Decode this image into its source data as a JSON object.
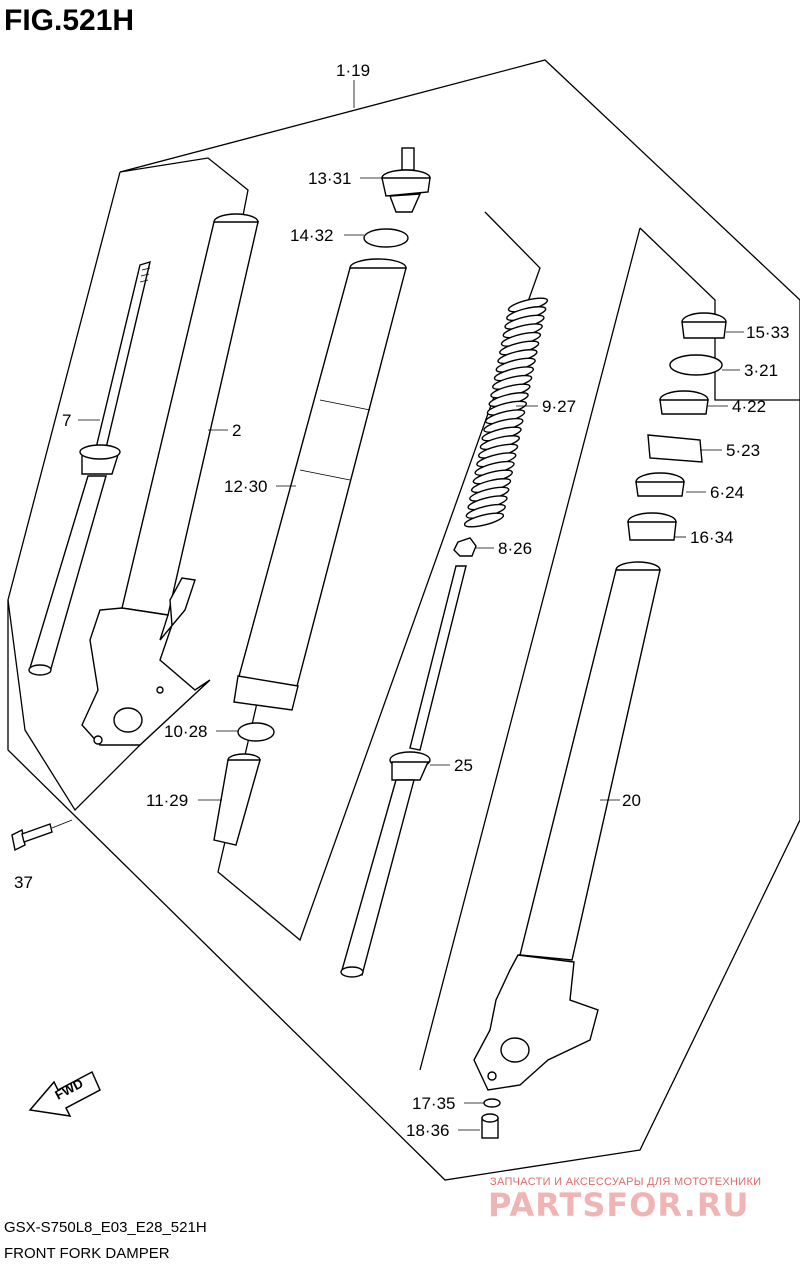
{
  "figure": {
    "title": "FIG.521H",
    "model_code": "GSX-S750L8_E03_E28_521H",
    "caption": "FRONT FORK DAMPER"
  },
  "callouts": [
    {
      "id": "1-19",
      "text": "1·19"
    },
    {
      "id": "2",
      "text": "2"
    },
    {
      "id": "7",
      "text": "7"
    },
    {
      "id": "13-31",
      "text": "13·31"
    },
    {
      "id": "14-32",
      "text": "14·32"
    },
    {
      "id": "12-30",
      "text": "12·30"
    },
    {
      "id": "10-28",
      "text": "10·28"
    },
    {
      "id": "11-29",
      "text": "11·29"
    },
    {
      "id": "37",
      "text": "37"
    },
    {
      "id": "9-27",
      "text": "9·27"
    },
    {
      "id": "8-26",
      "text": "8·26"
    },
    {
      "id": "25",
      "text": "25"
    },
    {
      "id": "15-33",
      "text": "15·33"
    },
    {
      "id": "3-21",
      "text": "3·21"
    },
    {
      "id": "4-22",
      "text": "4·22"
    },
    {
      "id": "5-23",
      "text": "5·23"
    },
    {
      "id": "6-24",
      "text": "6·24"
    },
    {
      "id": "16-34",
      "text": "16·34"
    },
    {
      "id": "20",
      "text": "20"
    },
    {
      "id": "17-35",
      "text": "17·35"
    },
    {
      "id": "18-36",
      "text": "18·36"
    }
  ],
  "direction_badge": "FWD",
  "watermark": {
    "tagline": "ЗАПЧАСТИ И АКСЕССУАРЫ ДЛЯ МОТОТЕХНИКИ",
    "brand": "PARTSFOR.RU"
  }
}
